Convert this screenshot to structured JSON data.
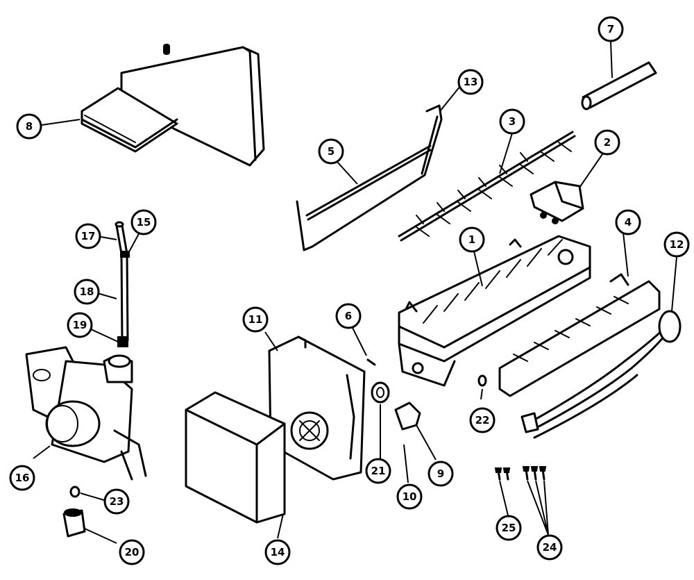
{
  "callouts": [
    {
      "id": "8a",
      "label": "8"
    },
    {
      "id": "13",
      "label": "13"
    },
    {
      "id": "7",
      "label": "7"
    },
    {
      "id": "3",
      "label": "3"
    },
    {
      "id": "5",
      "label": "5"
    },
    {
      "id": "2",
      "label": "2"
    },
    {
      "id": "17",
      "label": "17"
    },
    {
      "id": "15",
      "label": "15"
    },
    {
      "id": "1",
      "label": "1"
    },
    {
      "id": "4",
      "label": "4"
    },
    {
      "id": "12",
      "label": "12"
    },
    {
      "id": "18",
      "label": "18"
    },
    {
      "id": "11",
      "label": "11"
    },
    {
      "id": "6",
      "label": "6"
    },
    {
      "id": "19",
      "label": "19"
    },
    {
      "id": "22",
      "label": "22"
    },
    {
      "id": "16",
      "label": "16"
    },
    {
      "id": "21",
      "label": "21"
    },
    {
      "id": "9",
      "label": "9"
    },
    {
      "id": "10",
      "label": "10"
    },
    {
      "id": "23",
      "label": "23"
    },
    {
      "id": "25",
      "label": "25"
    },
    {
      "id": "24",
      "label": "24"
    },
    {
      "id": "20",
      "label": "20"
    },
    {
      "id": "14",
      "label": "14"
    }
  ]
}
